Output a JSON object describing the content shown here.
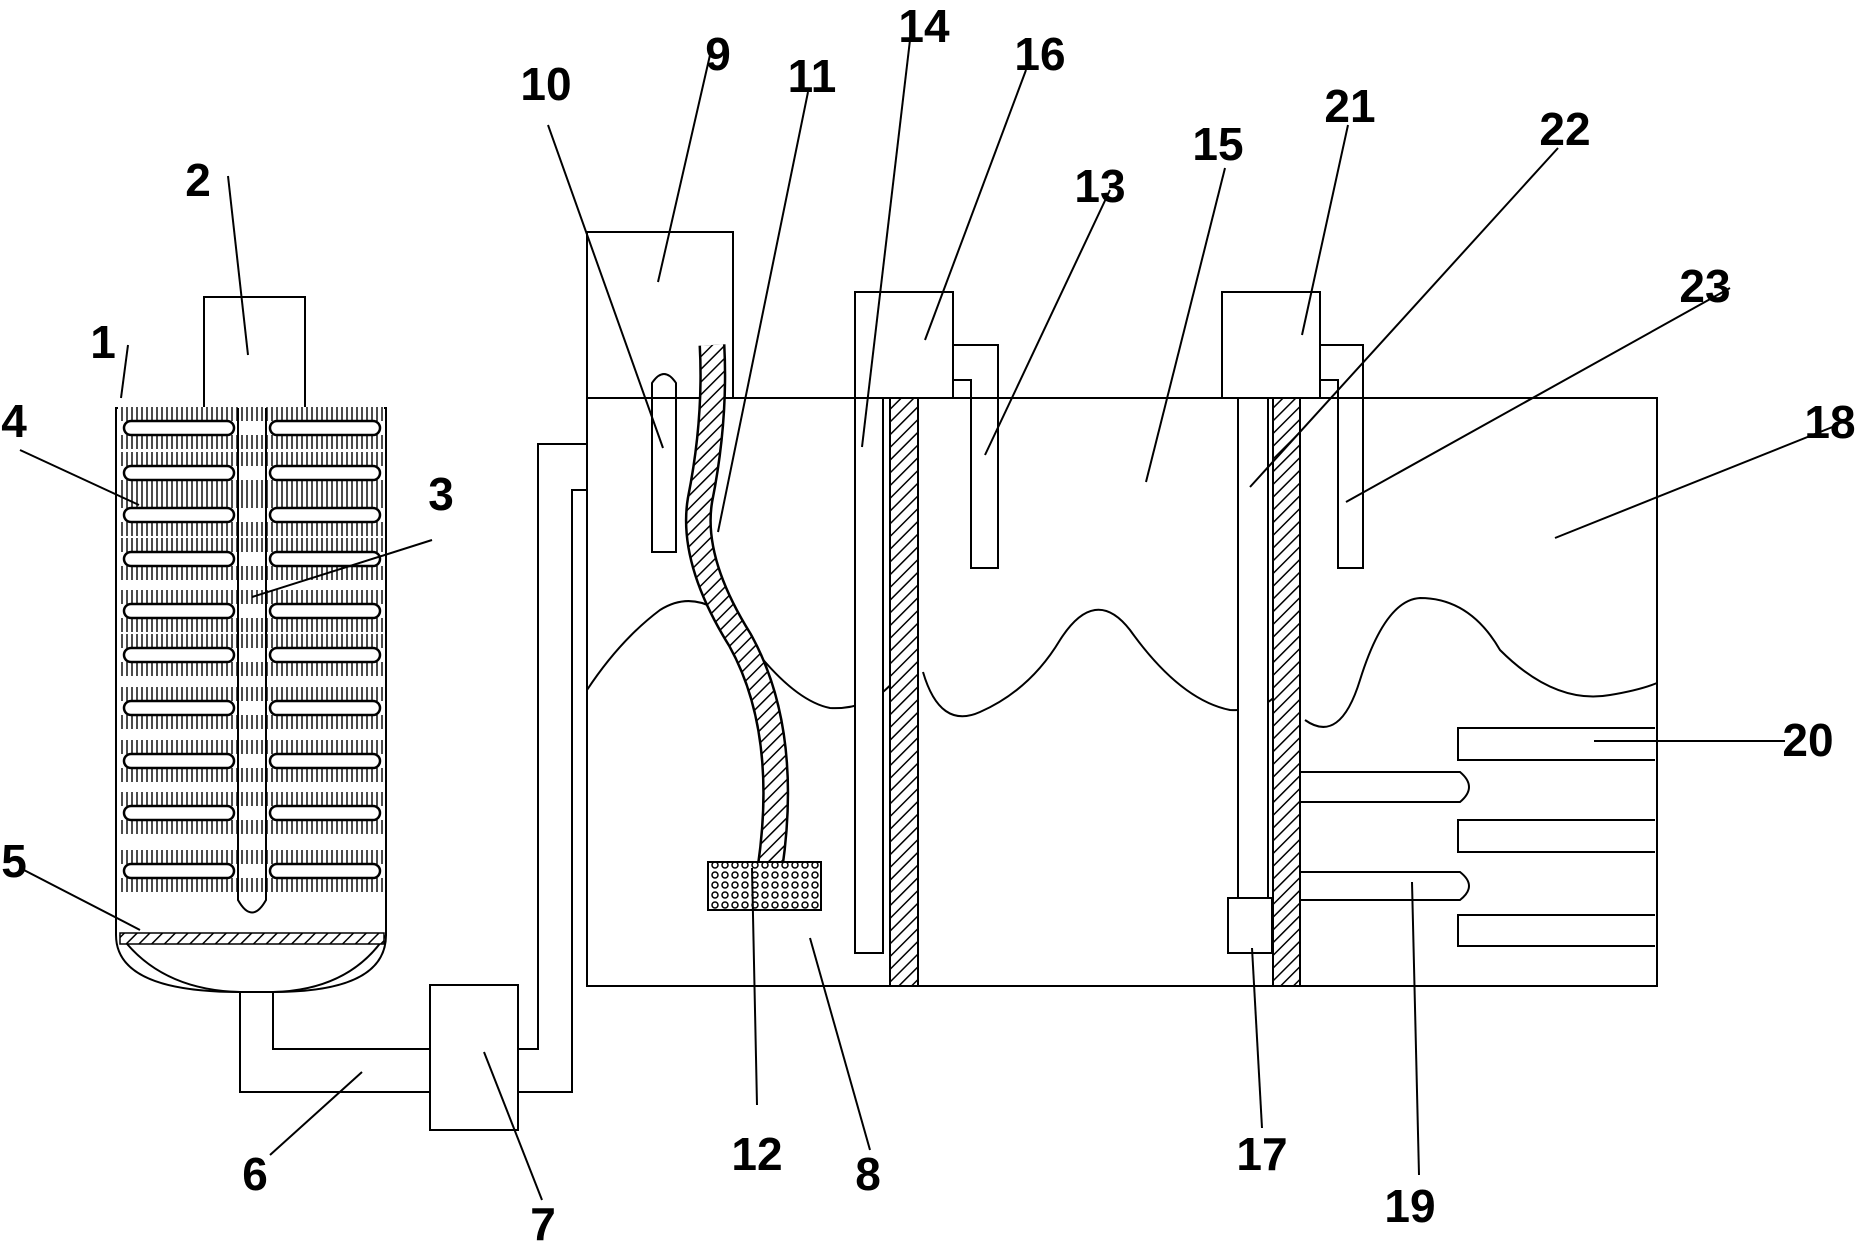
{
  "labels": {
    "l1": "1",
    "l2": "2",
    "l3": "3",
    "l4": "4",
    "l5": "5",
    "l6": "6",
    "l7": "7",
    "l8": "8",
    "l9": "9",
    "l10": "10",
    "l11": "11",
    "l12": "12",
    "l13": "13",
    "l14": "14",
    "l15": "15",
    "l16": "16",
    "l17": "17",
    "l18": "18",
    "l19": "19",
    "l20": "20",
    "l21": "21",
    "l22": "22",
    "l23": "23"
  },
  "colors": {
    "line": "#000000",
    "background": "#ffffff"
  }
}
